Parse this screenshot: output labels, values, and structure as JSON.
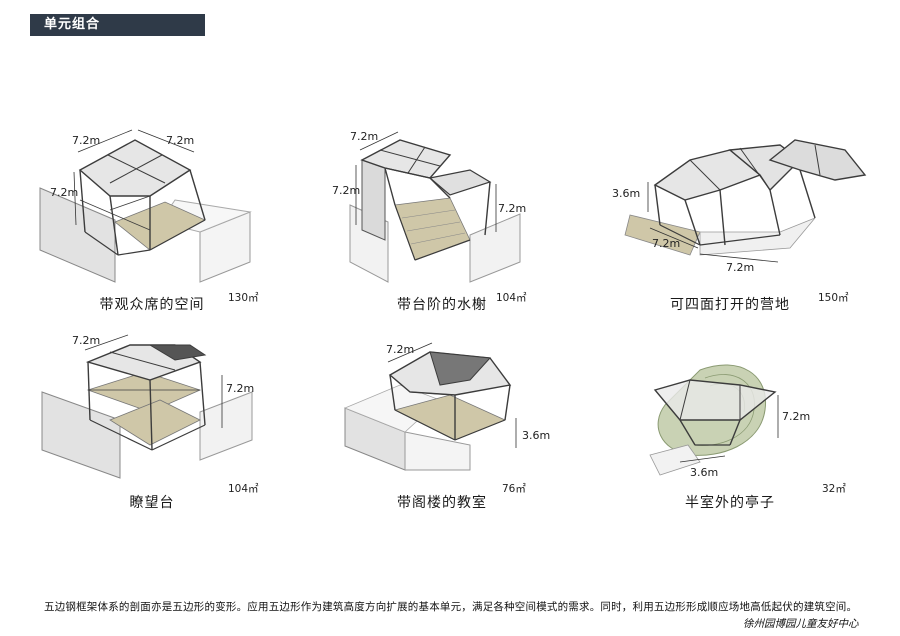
{
  "header": {
    "title": "单元组合"
  },
  "units": [
    {
      "label": "带观众席的空间",
      "area": "130㎡",
      "dims": [
        "7.2m",
        "7.2m",
        "7.2m"
      ]
    },
    {
      "label": "带台阶的水榭",
      "area": "104㎡",
      "dims": [
        "7.2m",
        "7.2m",
        "7.2m"
      ]
    },
    {
      "label": "可四面打开的营地",
      "area": "150㎡",
      "dims": [
        "3.6m",
        "7.2m",
        "7.2m"
      ]
    },
    {
      "label": "瞭望台",
      "area": "104㎡",
      "dims": [
        "7.2m",
        "7.2m"
      ]
    },
    {
      "label": "带阁楼的教室",
      "area": "76㎡",
      "dims": [
        "7.2m",
        "3.6m"
      ]
    },
    {
      "label": "半室外的亭子",
      "area": "32㎡",
      "dims": [
        "7.2m",
        "3.6m"
      ]
    }
  ],
  "footer": {
    "description": "五边钢框架体系的剖面亦是五边形的变形。应用五边形作为建筑高度方向扩展的基本单元，满足各种空间模式的需求。同时，利用五边形形成顺应场地高低起伏的建筑空间。",
    "brand": "徐州园博园儿童友好中心"
  },
  "colors": {
    "title_bg": "#2f3a48",
    "roof": "#e4e4e4",
    "floor": "#cfc7a8",
    "frame": "#3c3c3c",
    "grass": "#c9d2b4"
  }
}
